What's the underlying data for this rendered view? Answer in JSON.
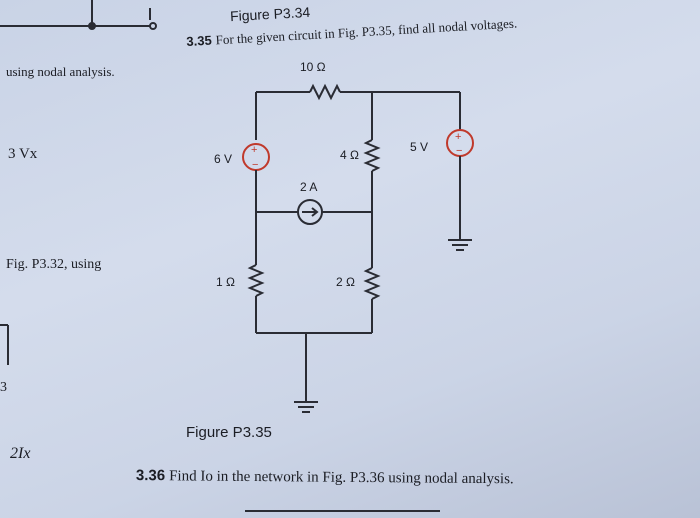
{
  "figure_top_caption": "Figure P3.34",
  "problem_35": {
    "number": "3.35",
    "text": "For the given circuit in Fig. P3.35, find all nodal voltages."
  },
  "left_column": {
    "line1": "using nodal analysis.",
    "line2": "3 Vx",
    "line3": "Fig. P3.32, using",
    "line4": "3",
    "line5": "2Ix"
  },
  "circuit": {
    "r_top": "10 Ω",
    "src_left": "6 V",
    "r_mid": "4 Ω",
    "src_right": "5 V",
    "current_src": "2 A",
    "r_bottom_left": "1 Ω",
    "r_bottom_right": "2 Ω"
  },
  "figure_bottom_caption": "Figure P3.35",
  "problem_36": {
    "number": "3.36",
    "text": "Find Io in the network in Fig. P3.36 using nodal analysis."
  }
}
